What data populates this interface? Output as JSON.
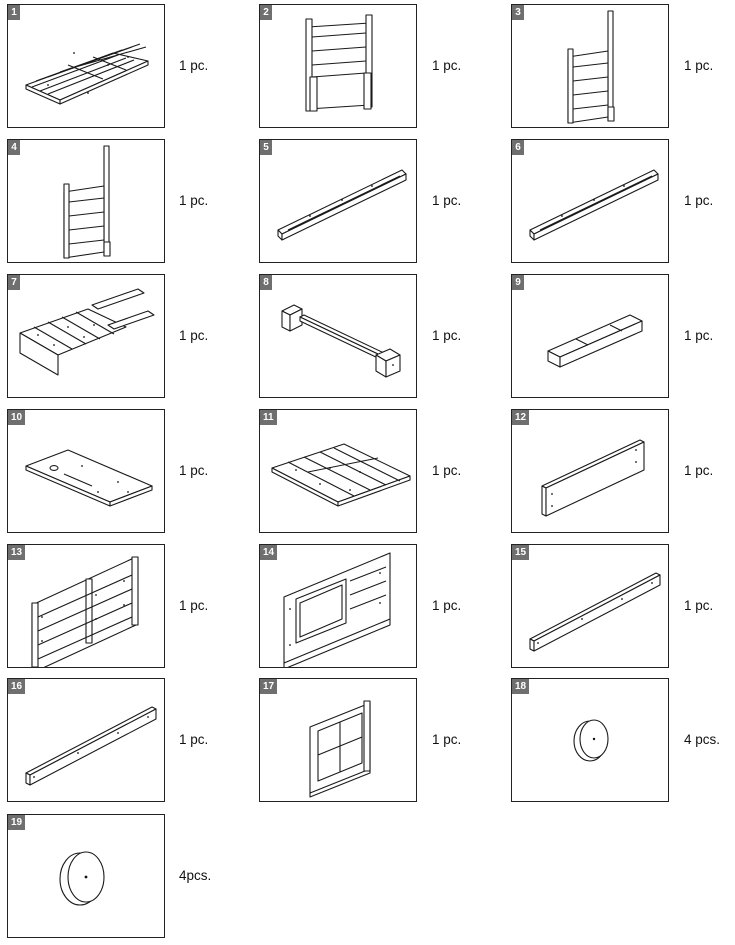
{
  "parts": [
    {
      "number": "1",
      "quantity": "1 pc.",
      "icon": "floor-panel-icon"
    },
    {
      "number": "2",
      "quantity": "1 pc.",
      "icon": "back-panel-icon"
    },
    {
      "number": "3",
      "quantity": "1 pc.",
      "icon": "side-panel-post-icon"
    },
    {
      "number": "4",
      "quantity": "1 pc.",
      "icon": "side-panel-post-icon"
    },
    {
      "number": "5",
      "quantity": "1 pc.",
      "icon": "long-rail-icon"
    },
    {
      "number": "6",
      "quantity": "1 pc.",
      "icon": "long-rail-icon"
    },
    {
      "number": "7",
      "quantity": "1 pc.",
      "icon": "seat-frame-icon"
    },
    {
      "number": "8",
      "quantity": "1 pc.",
      "icon": "axle-bar-icon"
    },
    {
      "number": "9",
      "quantity": "1 pc.",
      "icon": "square-beam-icon"
    },
    {
      "number": "10",
      "quantity": "1 pc.",
      "icon": "board-with-hole-icon"
    },
    {
      "number": "11",
      "quantity": "1 pc.",
      "icon": "slatted-panel-icon"
    },
    {
      "number": "12",
      "quantity": "1 pc.",
      "icon": "flat-board-icon"
    },
    {
      "number": "13",
      "quantity": "1 pc.",
      "icon": "side-wall-icon"
    },
    {
      "number": "14",
      "quantity": "1 pc.",
      "icon": "window-wall-icon"
    },
    {
      "number": "15",
      "quantity": "1 pc.",
      "icon": "long-plank-icon"
    },
    {
      "number": "16",
      "quantity": "1 pc.",
      "icon": "long-plank-icon"
    },
    {
      "number": "17",
      "quantity": "1 pc.",
      "icon": "door-frame-icon"
    },
    {
      "number": "18",
      "quantity": "4 pcs.",
      "icon": "small-wheel-icon"
    },
    {
      "number": "19",
      "quantity": "4pcs.",
      "icon": "large-wheel-icon"
    }
  ]
}
